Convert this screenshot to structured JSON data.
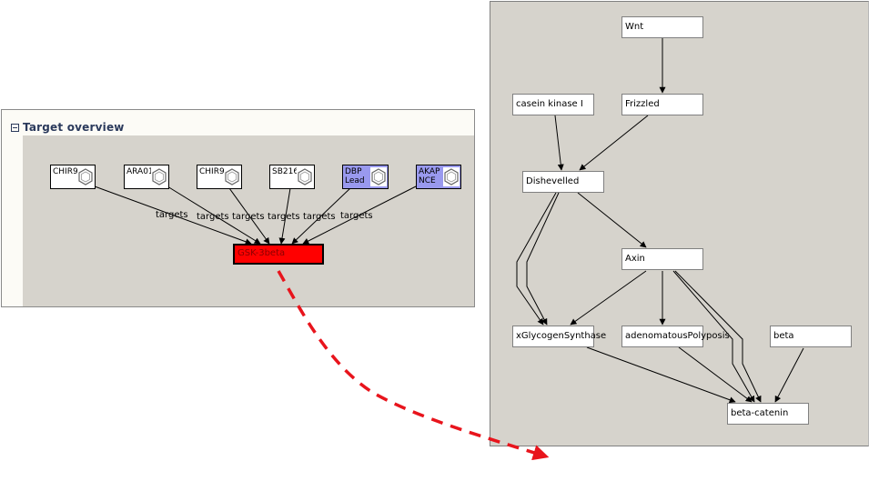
{
  "target_overview": {
    "title": "Target overview",
    "compounds": [
      {
        "id": "c1",
        "label": "CHIR9",
        "type": "compound"
      },
      {
        "id": "c2",
        "label": "ARA01",
        "type": "compound"
      },
      {
        "id": "c3",
        "label": "CHIR9",
        "type": "compound"
      },
      {
        "id": "c4",
        "label": "SB2162",
        "type": "compound"
      },
      {
        "id": "c5",
        "label": "DBP\nLead",
        "type": "lead"
      },
      {
        "id": "c6",
        "label": "AKAP\nNCE",
        "type": "lead"
      }
    ],
    "target": {
      "label": "GSK-3beta",
      "color": "#ff0000"
    },
    "edge_label": "targets",
    "edges": [
      {
        "from": "c1",
        "to": "target",
        "label": "targets"
      },
      {
        "from": "c2",
        "to": "target",
        "label": "targets"
      },
      {
        "from": "c3",
        "to": "target",
        "label": "targets"
      },
      {
        "from": "c4",
        "to": "target",
        "label": "targets"
      },
      {
        "from": "c5",
        "to": "target",
        "label": "targets"
      },
      {
        "from": "c6",
        "to": "target",
        "label": "targets"
      }
    ],
    "lead_color": "#9999ee"
  },
  "pathway": {
    "nodes": [
      {
        "id": "wnt",
        "label": "Wnt"
      },
      {
        "id": "ck1",
        "label": "casein kinase I"
      },
      {
        "id": "frz",
        "label": "Frizzled"
      },
      {
        "id": "dsh",
        "label": "Dishevelled"
      },
      {
        "id": "axin",
        "label": "Axin"
      },
      {
        "id": "gsk",
        "label": "xGlycogenSynthase"
      },
      {
        "id": "apc",
        "label": "adenomatousPolyposis"
      },
      {
        "id": "beta",
        "label": "beta"
      },
      {
        "id": "bcat",
        "label": "beta-catenin"
      }
    ],
    "edges": [
      {
        "from": "wnt",
        "to": "frz"
      },
      {
        "from": "ck1",
        "to": "dsh"
      },
      {
        "from": "frz",
        "to": "dsh"
      },
      {
        "from": "dsh",
        "to": "axin"
      },
      {
        "from": "dsh",
        "to": "gsk"
      },
      {
        "from": "dsh",
        "to": "gsk"
      },
      {
        "from": "axin",
        "to": "gsk"
      },
      {
        "from": "axin",
        "to": "apc"
      },
      {
        "from": "axin",
        "to": "bcat"
      },
      {
        "from": "axin",
        "to": "bcat"
      },
      {
        "from": "gsk",
        "to": "bcat"
      },
      {
        "from": "apc",
        "to": "bcat"
      },
      {
        "from": "beta",
        "to": "bcat"
      }
    ]
  },
  "link_annotation": {
    "from": "GSK-3beta",
    "to": "pathway",
    "color": "#e8141c",
    "style": "dashed"
  }
}
